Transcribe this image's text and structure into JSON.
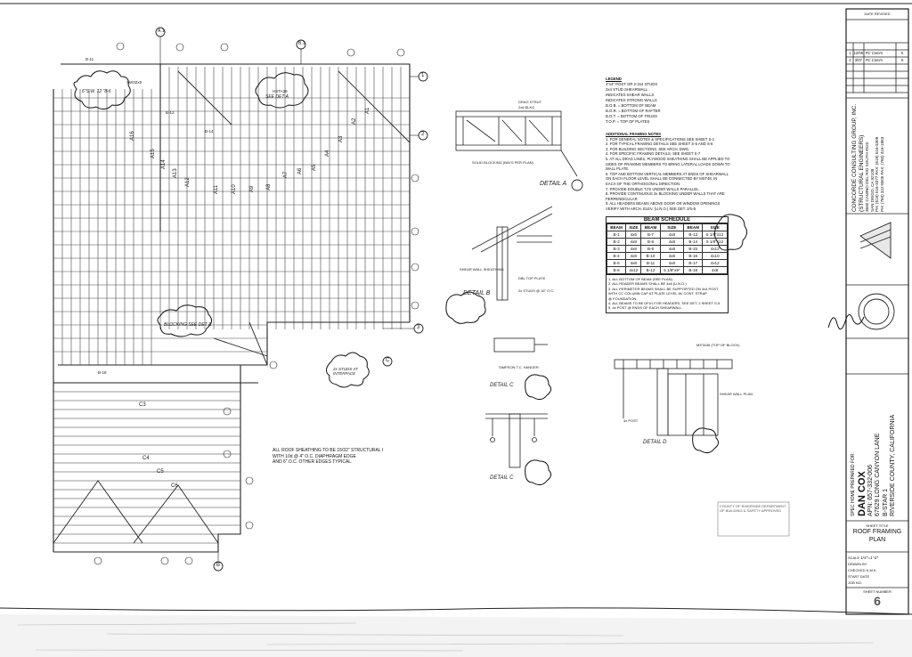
{
  "sheet": {
    "title": "ROOF FRAMING PLAN",
    "sheet_number": "6",
    "title_block": {
      "date_revised_label": "DATE REVISED",
      "revisions": [
        {
          "num": "1",
          "date": "12/06",
          "note": "PC Comm",
          "by": "K"
        },
        {
          "num": "2",
          "date": "3/07",
          "note": "PC Comm",
          "by": "K"
        }
      ],
      "firm_name": "CONCORDE CONSULTING GROUP, INC.",
      "firm_sub": "(STRUCTURAL ENGINEERS)",
      "firm_address": "3600 CAMINO DEL RIO SOUTH #520",
      "firm_city": "SAN DIEGO, CA 92108",
      "firm_phone": "PH: (619) 516-3377 FAX: (619) 516-3308",
      "firm_phone2": "PH: (760) 322-8505 FAX: (760) 416-1863",
      "prepared_for": "SPEC HOME PREPARED FOR:",
      "client_name": "DAN COX",
      "apn": "APN: 657-332-006",
      "address": "67629 LONG CANYON LANE",
      "lot": "B-STAR 1",
      "county": "RIVERSIDE COUNTY, CALIFORNIA",
      "sheet_title_label": "SHEET TITLE",
      "scale_label": "SCALE",
      "scale_value": "1/4\"=1'-0\"",
      "drawn_label": "DRAWN BY",
      "checked_label": "CHECKED",
      "checked_value": "K.M.K.",
      "start_label": "START DATE",
      "job_label": "JOB NO.",
      "sheet_number_label": "SHEET NUMBER"
    }
  },
  "legend": {
    "heading": "LEGEND",
    "items": [
      "4\"x4\" POST OR 2-2x4 STUDS",
      "2x4 STUD SHEARWALL",
      "INDICATES SHEAR WALLS",
      "INDICATES STRONG WALLS"
    ],
    "abbrevs": [
      "B.O.B. = BOTTOM OF BEAM",
      "B.O.R. = BOTTOM OF RAFTER",
      "B.O.T. = BOTTOM OF TRUSS",
      "T.O.P. = TOP OF PLATES"
    ]
  },
  "notes": {
    "heading": "ADDITIONAL FRAMING NOTES",
    "items": [
      "1. FOR GENERAL NOTES & SPECIFICATIONS SEE SHEET S-1",
      "2. FOR TYPICAL FRAMING DETAILS SEE SHEET S-5 AND S-6",
      "3. FOR BUILDING SECTIONS, SEE ARCH. DWG.",
      "4. FOR SPECIFIC FRAMING DETAILS, SEE SHEET S-7",
      "5. AT ALL DRAG LINES, PLYWOOD SHEATHING SHALL BE APPLIED TO",
      "   SIDES OF FRAMING MEMBERS TO BRING LATERAL LOADS DOWN TO",
      "   WALL PLATE.",
      "6. TOP AND BOTTOM VERTICAL MEMBERS AT ENDS OF SHEARWALL",
      "   ON EACH FLOOR LEVEL SHALL BE CONNECTED BY MST48, IN",
      "   EACH OF THE ORTHOGONAL DIRECTION.",
      "7. PROVIDE DOUBLE TJ'S UNDER WALLS PARALLEL.",
      "8. PROVIDE CONTINUOUS 2x BLOCKING UNDER WALLS THAT ARE",
      "   PERPENDICULAR",
      "9. ALL HEADERS BEAMS ABOVE DOOR OR WINDOW OPENINGS",
      "   VERIFY WITH ARCH. ELEV. (U.N.O.) SEE DET. 2/S-5"
    ]
  },
  "beam_schedule": {
    "title": "BEAM SCHEDULE",
    "headers": [
      "BEAM",
      "SIZE",
      "BEAM",
      "SIZE",
      "BEAM",
      "SIZE"
    ],
    "rows": [
      [
        "B-1",
        "4x6",
        "B-7",
        "4x8",
        "B-13",
        "5 1/8\"x12"
      ],
      [
        "B-2",
        "4x8",
        "B-8",
        "4x8",
        "B-14",
        "5 1/8\"x12"
      ],
      [
        "B-3",
        "4x8",
        "B-9",
        "4x8",
        "B-15",
        "4x12"
      ],
      [
        "B-4",
        "4x8",
        "B-10",
        "4x8",
        "B-16",
        "4x10"
      ],
      [
        "B-5",
        "4x8",
        "B-11",
        "4x8",
        "B-17",
        "4x12"
      ],
      [
        "B-6",
        "4x12",
        "B-12",
        "5 1/8\"x9\"",
        "B-18",
        "4x8"
      ]
    ],
    "notes": [
      "1. ALL BOTTOM OF BEAM (SEE PLAN)",
      "2. ALL HEADER BEAMS SHALL BE 4x8 (U.N.O.)",
      "3. ALL PERIMETER BEAMS SHALL BE SUPPORTED ON 4x4 POST",
      "   WITH CC COLUMN CAP AT PLATE LEVEL W/ CONT. STRAP",
      "   @ FOUNDATION",
      "4. ALL BEAMS TO BE DF#1 FOR HEADERS, SEE DET. 2 SHEET S-5",
      "5. 4x POST @ ENDS OF EACH SHEARWALL"
    ]
  },
  "plan_notes": {
    "sheathing": [
      "ALL ROOF SHEATHING TO BE 15/32\" STRUCTURAL I",
      "WITH 10d @ 4\" O.C. DIAPHRAGM EDGE",
      "AND 6\" O.C. OTHER EDGES TYPICAL."
    ],
    "cloud_1": "6\"S.W. 12 \"8-6",
    "cloud_2": "SEE DET A",
    "cloud_3": "BLOCKING SEE DET A",
    "cloud_4": "2x STUDS AT INTERFACE",
    "rafter_labels": [
      "A16",
      "A15",
      "A14",
      "A13",
      "A12",
      "A11",
      "A10",
      "A9",
      "A8",
      "A7",
      "A6",
      "A5",
      "A4",
      "A3",
      "A2",
      "A1"
    ],
    "grid_numbers": [
      "1",
      "2",
      "3"
    ],
    "grid_letters": [
      "A.1",
      "B.1",
      "B",
      "C"
    ],
    "callouts": [
      "SW32x9",
      "HSTA36",
      "C3",
      "C4",
      "C5",
      "C6",
      "B-12",
      "B-18",
      "B-14",
      "B-11"
    ]
  },
  "details": {
    "a": "DETAIL A",
    "b": "DETAIL B",
    "c1": "DETAIL C",
    "c2": "DETAIL C",
    "d": "DETAIL D",
    "labels": [
      "2x6 BLKG",
      "DRAG STRUT",
      "SOLID BLOCKING (BAYS PER PLAN)",
      "SHEAR WALL SHEATHING",
      "DBL TOP PLATE",
      "2x STUDS @ 16\" O.C.",
      "SIMPSON T.C. HANGER",
      "SHEAR WALL PLAN",
      "4x POST",
      "MSTA36 (TOP OF BLOCK)"
    ]
  },
  "stamp": {
    "text": "COUNTY OF RIVERSIDE DEPARTMENT OF BUILDING & SAFETY APPROVED"
  }
}
